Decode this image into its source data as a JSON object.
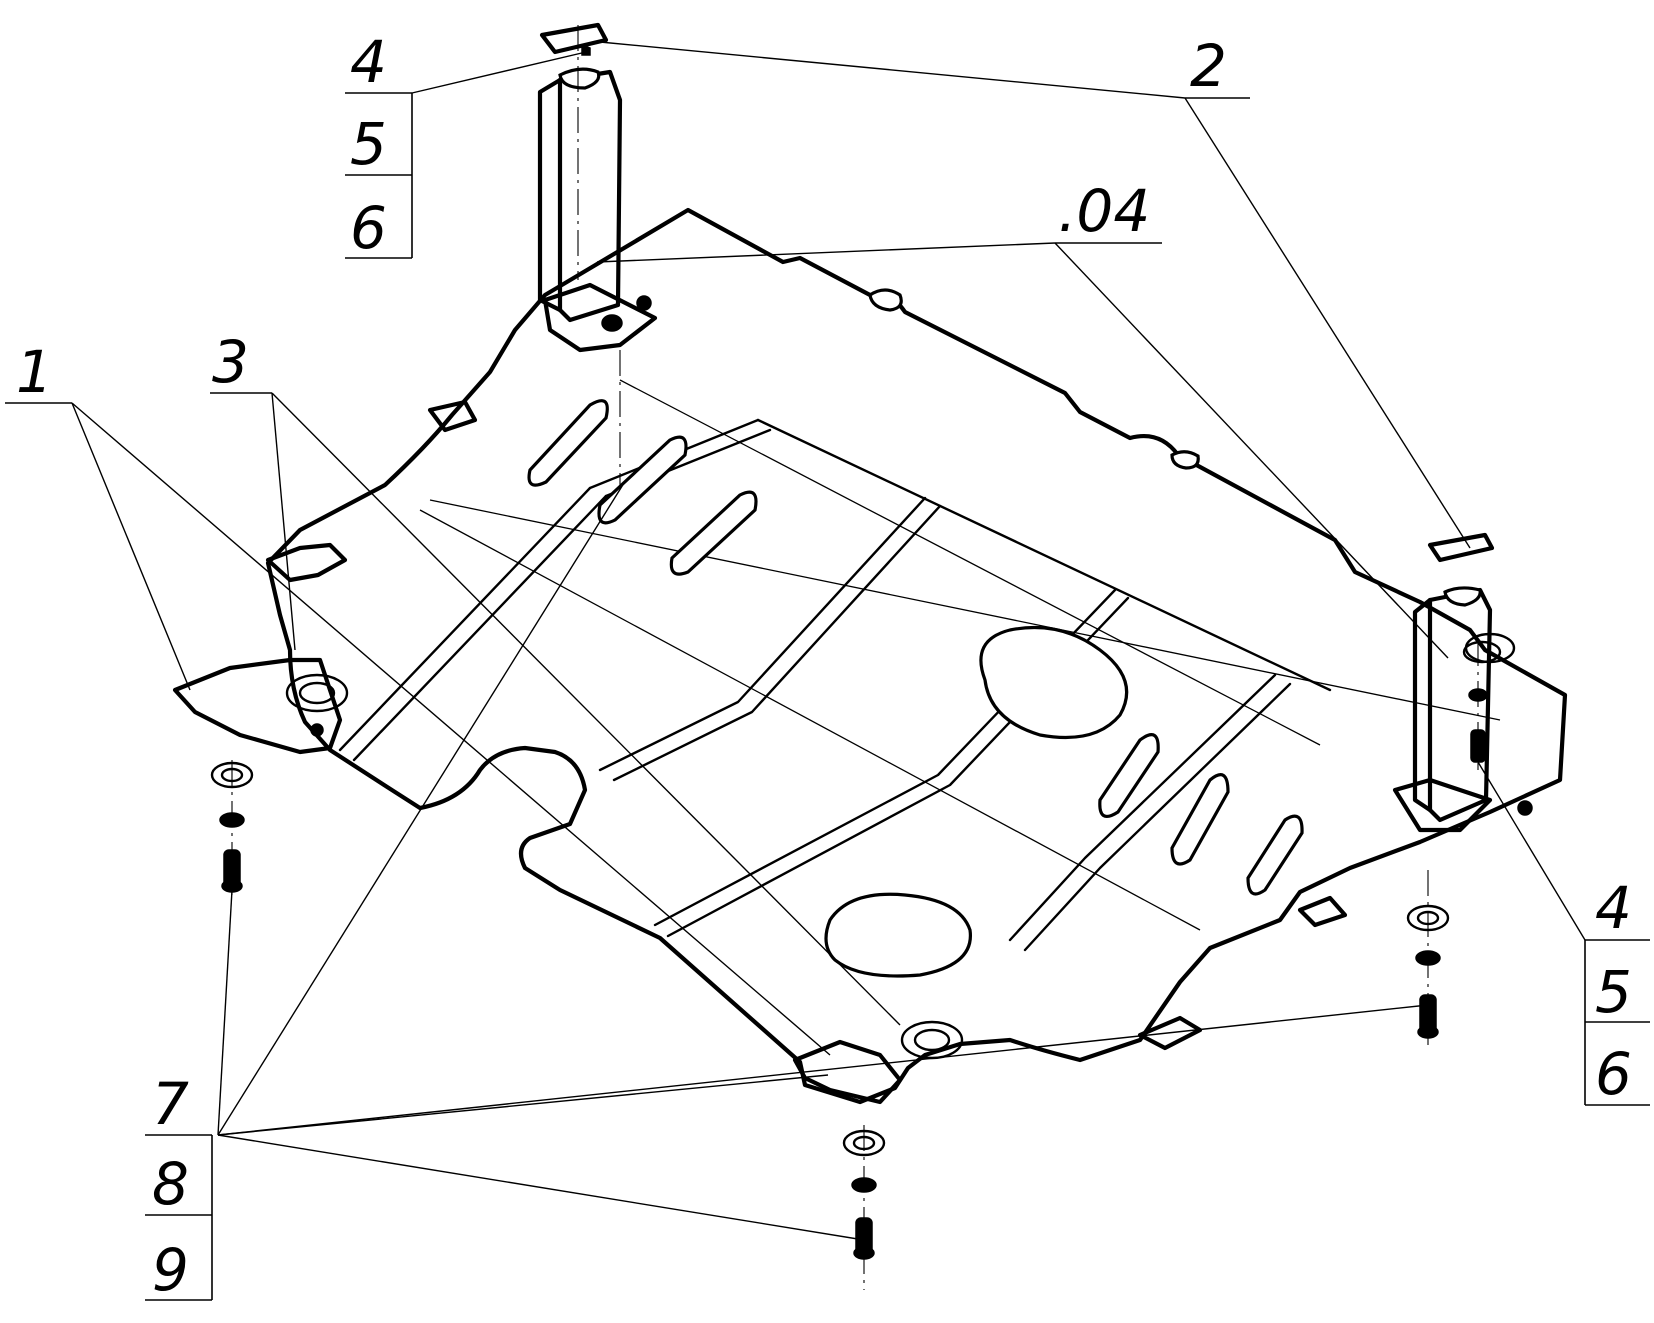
{
  "callouts": {
    "c1": "1",
    "c2": "2",
    "c3": "3",
    "c04": ".04",
    "tl_4": "4",
    "tl_5": "5",
    "tl_6": "6",
    "br_4": "4",
    "br_5": "5",
    "br_6": "6",
    "bl_7": "7",
    "bl_8": "8",
    "bl_9": "9"
  }
}
